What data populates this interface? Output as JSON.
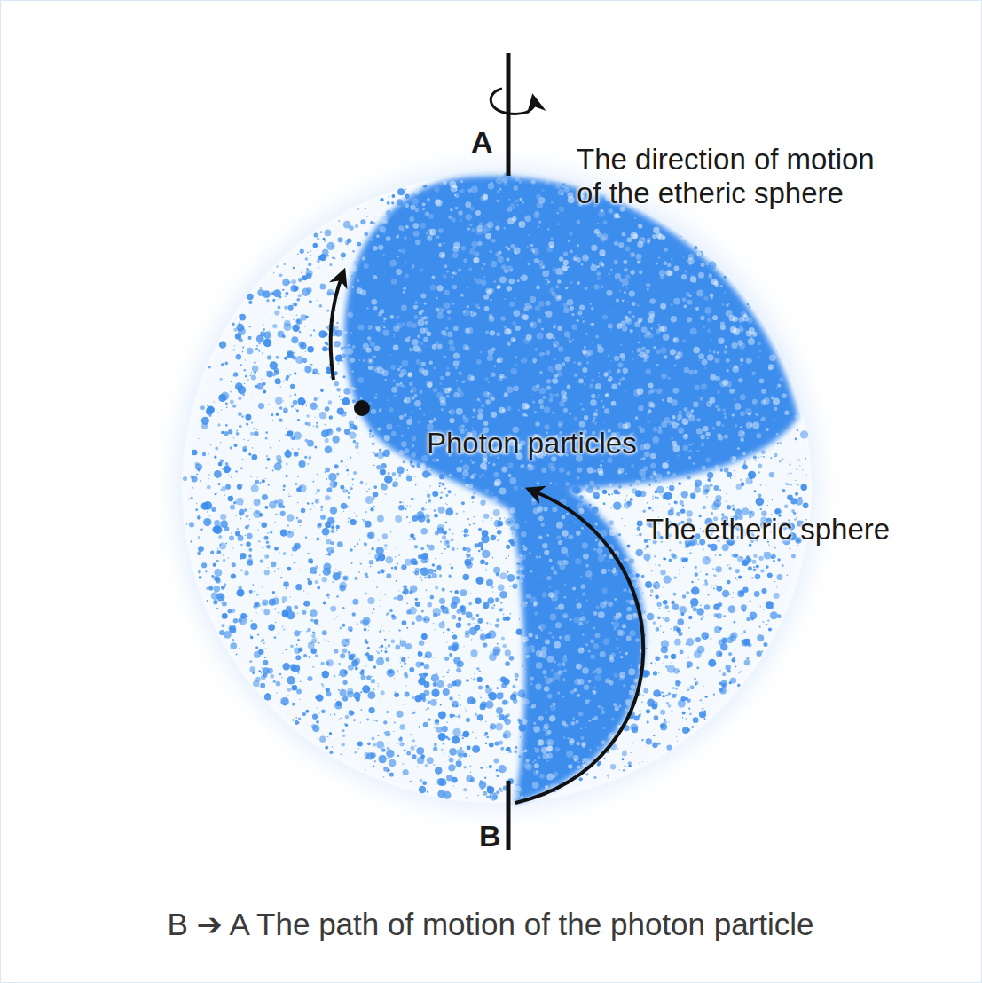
{
  "diagram": {
    "caption": "B ➔ A The path of motion of the photon particle",
    "labels": [
      "A",
      "The direction of motion of the etheric sphere",
      "Photon particles",
      "The etheric sphere",
      "B"
    ]
  }
}
